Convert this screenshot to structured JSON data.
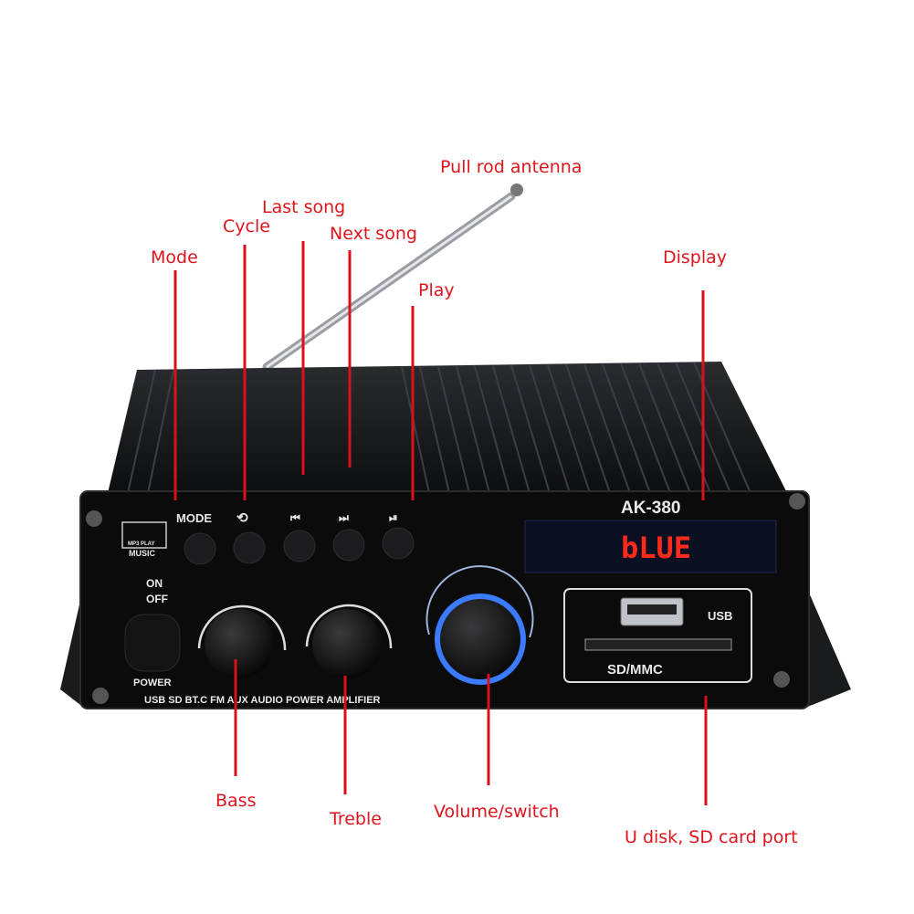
{
  "callouts": {
    "antenna": "Pull rod antenna",
    "last_song": "Last song",
    "cycle": "Cycle",
    "next_song": "Next song",
    "mode": "Mode",
    "play": "Play",
    "display": "Display",
    "bass": "Bass",
    "treble": "Treble",
    "volume": "Volume/switch",
    "port": "U disk, SD card port"
  },
  "panel": {
    "model": "AK-380",
    "mode_label": "MODE",
    "music_logo": "MP3 PLAY",
    "music_label": "MUSIC",
    "on_label": "ON",
    "off_label": "OFF",
    "power_label": "POWER",
    "footer": "USB SD BT.C FM AUX AUDIO POWER AMPLIFIER",
    "display_text": "bLUE",
    "usb_label": "USB",
    "sd_label": "SD/MMC",
    "button_icons": [
      "mode",
      "repeat-icon",
      "previous-icon",
      "next-icon",
      "play-pause-icon"
    ]
  },
  "colors": {
    "callout": "#e0141b",
    "display": "#ff2a1a",
    "volume_ring": "#3a7bff"
  }
}
